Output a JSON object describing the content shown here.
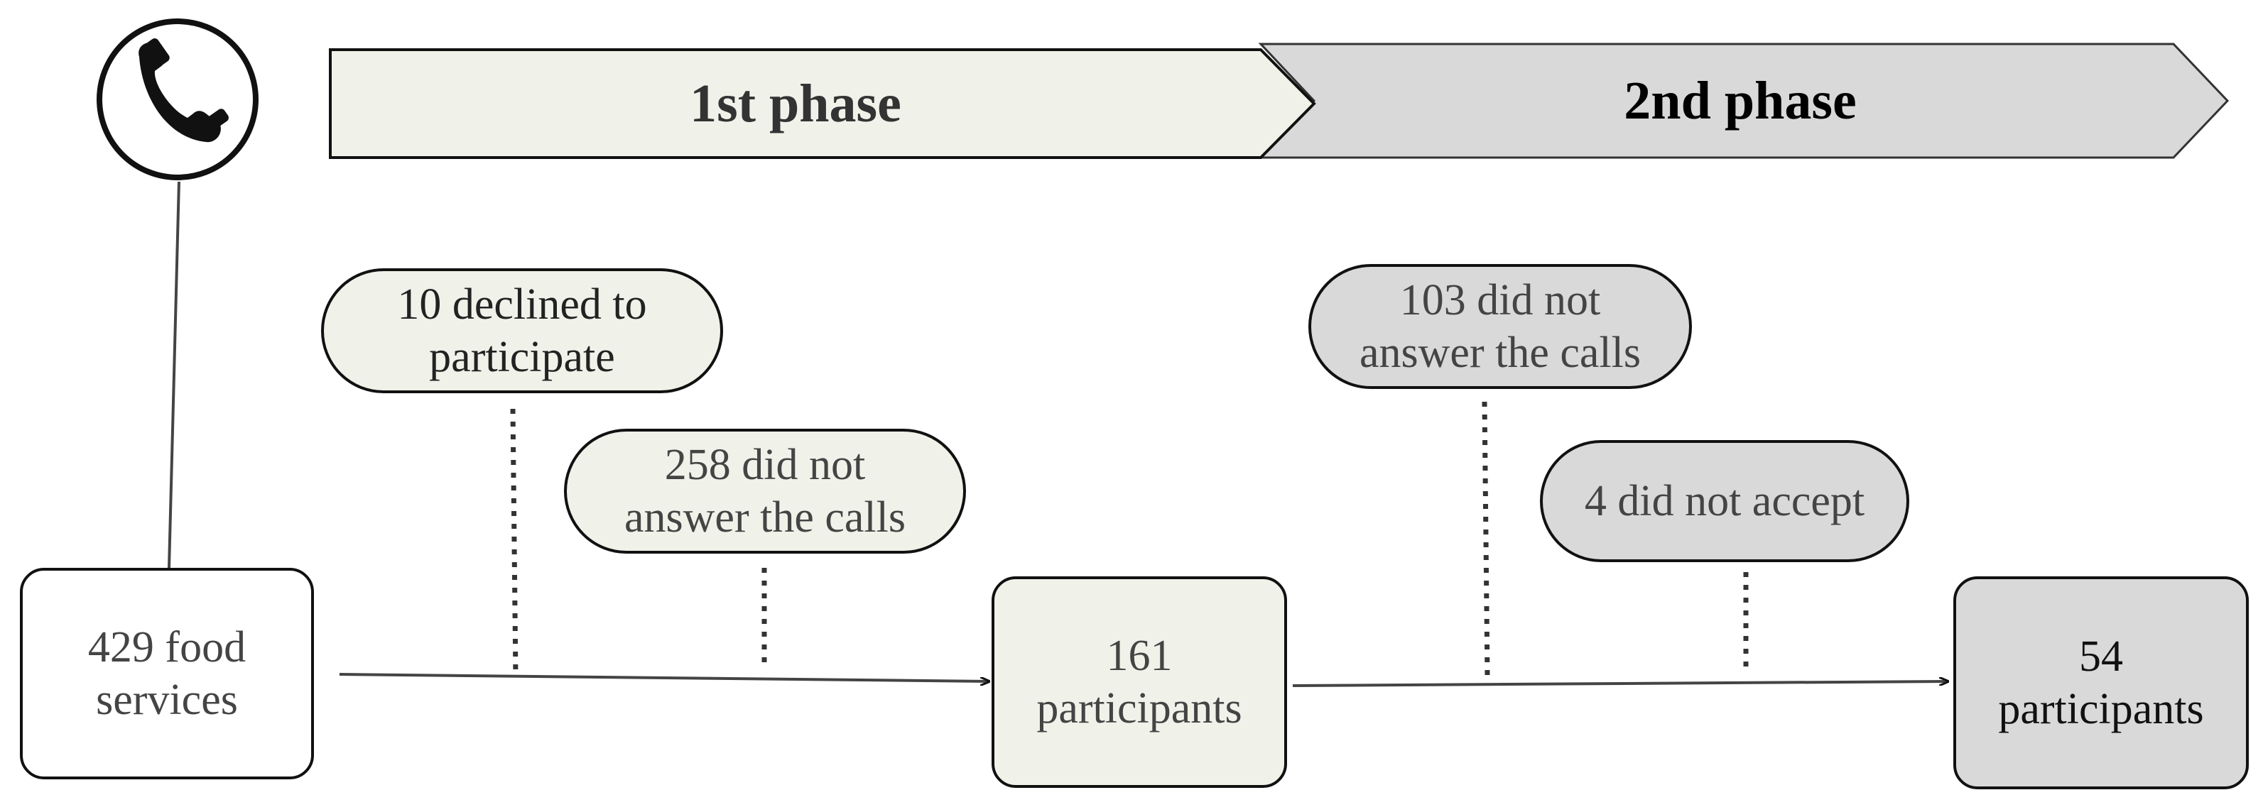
{
  "colors": {
    "phase1_fill": "#f0f2e9",
    "phase2_fill": "#d9d9d9",
    "start_fill": "#ffffff",
    "stroke": "#111111",
    "text_grey": "#444444",
    "phase1_text": "#333333",
    "phase2_text": "#000000"
  },
  "icons": {
    "start": "phone-handset-icon"
  },
  "phases": {
    "first": "1st phase",
    "second": "2nd phase"
  },
  "nodes": {
    "start": {
      "line1": "429 food",
      "line2": "services"
    },
    "declined": {
      "line1": "10 declined to",
      "line2": "participate"
    },
    "no_answer_1": {
      "line1": "258 did not",
      "line2": "answer the calls"
    },
    "mid": {
      "line1": "161",
      "line2": "participants"
    },
    "no_answer_2": {
      "line1": "103 did not",
      "line2": "answer the calls"
    },
    "not_accept": {
      "line1": "4 did not accept"
    },
    "end": {
      "line1": "54",
      "line2": "participants"
    }
  }
}
